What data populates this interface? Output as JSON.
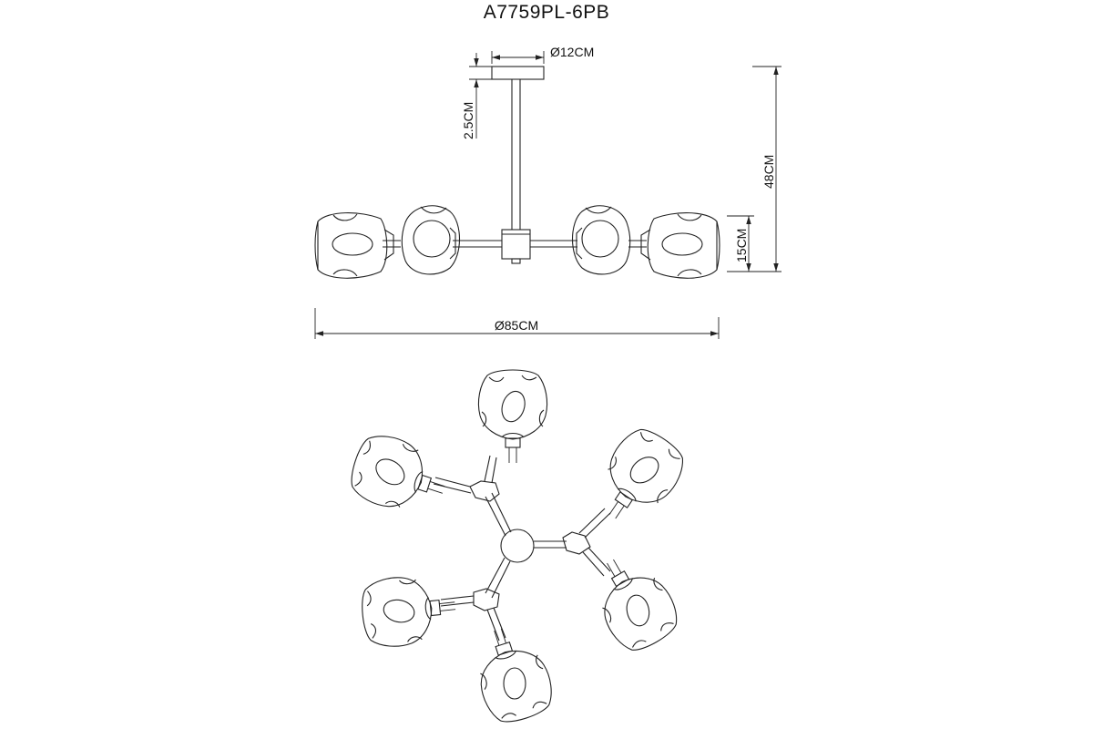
{
  "title": "A7759PL-6PB",
  "dimensions": {
    "canopy_diameter": "Ø12CM",
    "canopy_height": "2.5CM",
    "total_height": "48CM",
    "shade_height": "15CM",
    "total_diameter": "Ø85CM"
  }
}
